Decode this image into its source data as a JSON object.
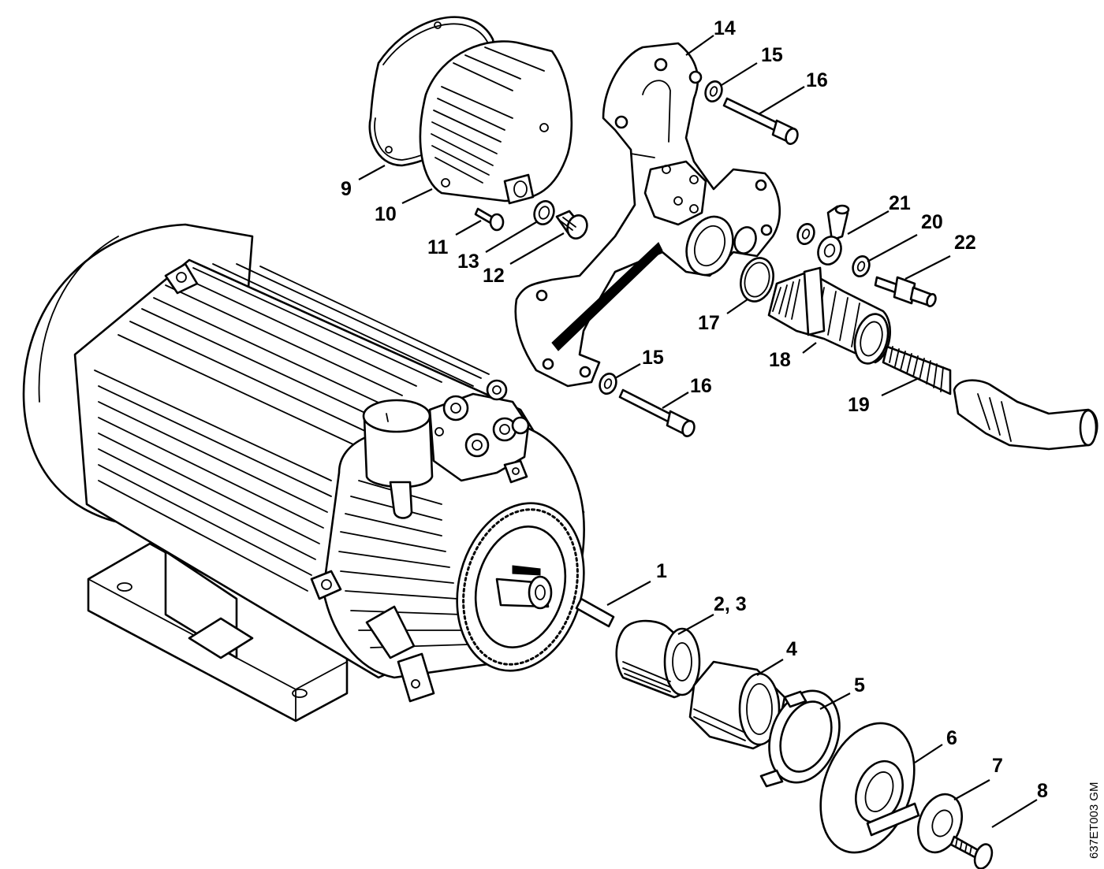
{
  "diagram": {
    "type": "exploded-parts-view",
    "reference_code": "637ET003 GM",
    "callouts": [
      {
        "id": "c1",
        "label": "1"
      },
      {
        "id": "c23",
        "label": "2, 3"
      },
      {
        "id": "c4",
        "label": "4"
      },
      {
        "id": "c5",
        "label": "5"
      },
      {
        "id": "c6",
        "label": "6"
      },
      {
        "id": "c7",
        "label": "7"
      },
      {
        "id": "c8",
        "label": "8"
      },
      {
        "id": "c9",
        "label": "9"
      },
      {
        "id": "c10",
        "label": "10"
      },
      {
        "id": "c11",
        "label": "11"
      },
      {
        "id": "c12",
        "label": "12"
      },
      {
        "id": "c13",
        "label": "13"
      },
      {
        "id": "c14",
        "label": "14"
      },
      {
        "id": "c15a",
        "label": "15"
      },
      {
        "id": "c16a",
        "label": "16"
      },
      {
        "id": "c15b",
        "label": "15"
      },
      {
        "id": "c16b",
        "label": "16"
      },
      {
        "id": "c17",
        "label": "17"
      },
      {
        "id": "c18",
        "label": "18"
      },
      {
        "id": "c19",
        "label": "19"
      },
      {
        "id": "c20",
        "label": "20"
      },
      {
        "id": "c21",
        "label": "21"
      },
      {
        "id": "c22",
        "label": "22"
      }
    ]
  }
}
